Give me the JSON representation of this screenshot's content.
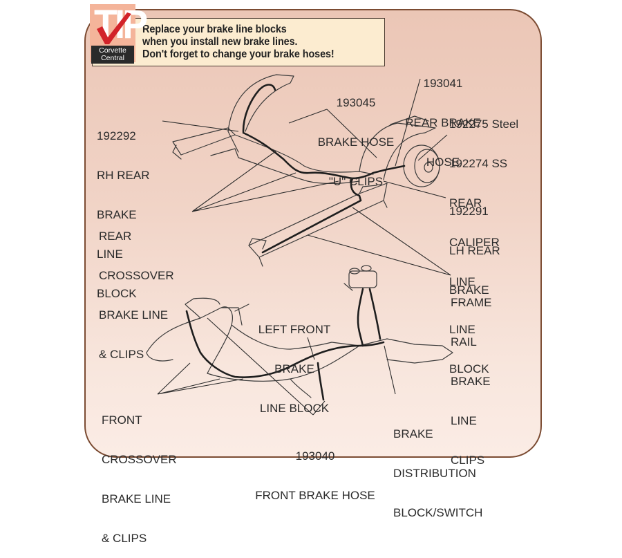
{
  "logo": {
    "letters": "TIP",
    "brand_line1": "Corvette",
    "brand_line2": "Central",
    "colors": {
      "accent": "#d2232a",
      "badge": "#f4b49a",
      "brand_bg": "#2a2a2a"
    }
  },
  "tip": {
    "line1": "Replace your brake line blocks",
    "line2": "when you install new brake lines.",
    "line3": "Don't forget to change your brake hoses!"
  },
  "labels": {
    "rh_rear_block": [
      "192292",
      "RH REAR",
      "BRAKE",
      "LINE",
      "BLOCK"
    ],
    "u_clips": [
      "193045",
      "BRAKE HOSE",
      "\"U\" CLIPS"
    ],
    "rear_hose": [
      "193041",
      "REAR BRAKE",
      "HOSE"
    ],
    "caliper_line": [
      "192275 Steel",
      "192274 SS",
      "REAR",
      "CALIPER",
      "LINE"
    ],
    "lh_rear_block": [
      "192291",
      "LH REAR",
      "BRAKE",
      "LINE",
      "BLOCK"
    ],
    "rear_crossover": [
      "REAR",
      "CROSSOVER",
      "BRAKE LINE",
      "& CLIPS"
    ],
    "frame_rail": [
      "FRAME",
      "RAIL",
      "BRAKE",
      "LINE",
      "CLIPS"
    ],
    "left_front_block": [
      "LEFT FRONT",
      "BRAKE",
      "LINE BLOCK"
    ],
    "front_crossover": [
      "FRONT",
      "CROSSOVER",
      "BRAKE LINE",
      "& CLIPS"
    ],
    "front_hose": [
      "193040",
      "FRONT BRAKE HOSE"
    ],
    "distribution": [
      "BRAKE",
      "DISTRIBUTION",
      "BLOCK/SWITCH"
    ]
  },
  "colors": {
    "panel_top": "#ebc6b6",
    "panel_bottom": "#fbece5",
    "border": "#7b4b32",
    "tip_box": "#fcecd0",
    "text": "#2b2b2b"
  }
}
